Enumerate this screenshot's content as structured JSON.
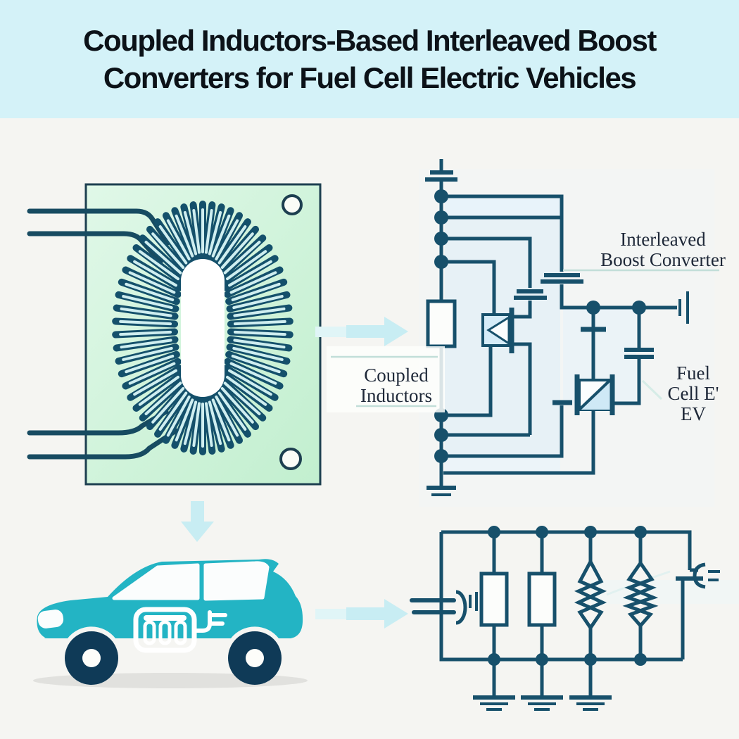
{
  "banner": {
    "title_line1": "Coupled Inductors-Based Interleaved Boost",
    "title_line2": "Converters for Fuel Cell Electric Vehicles"
  },
  "labels": {
    "coupled_inductors_line1": "Coupled",
    "coupled_inductors_line2": "Inductors",
    "interleaved_boost_line1": "Interleaved",
    "interleaved_boost_line2": "Boost Converter",
    "fuel_cell_line1": "Fuel",
    "fuel_cell_line2": "Cell E'",
    "fuel_cell_line3": "EV"
  },
  "icons": {
    "toroidal_inductor": "coil-on-green-board",
    "right_arrow": "block-arrow-right",
    "down_arrow": "block-arrow-down",
    "ev_car": "teal-hatchback-with-charging-plug",
    "ground": "ground-symbol",
    "plug": "power-plug-symbol"
  },
  "colors": {
    "banner_bg": "#d4f2f8",
    "page_bg": "#f5f5f2",
    "title_text": "#0c1218",
    "label_text": "#1e2838",
    "wire": "#17506b",
    "coil_dark": "#14506b",
    "coil_light": "#cfeef0",
    "board_green": "#d2f3dd",
    "car_teal": "#23b4c4",
    "wheel_navy": "#0f3a57",
    "arrow_cyan": "#c8edf3",
    "component_fill": "#cfe9f7"
  }
}
